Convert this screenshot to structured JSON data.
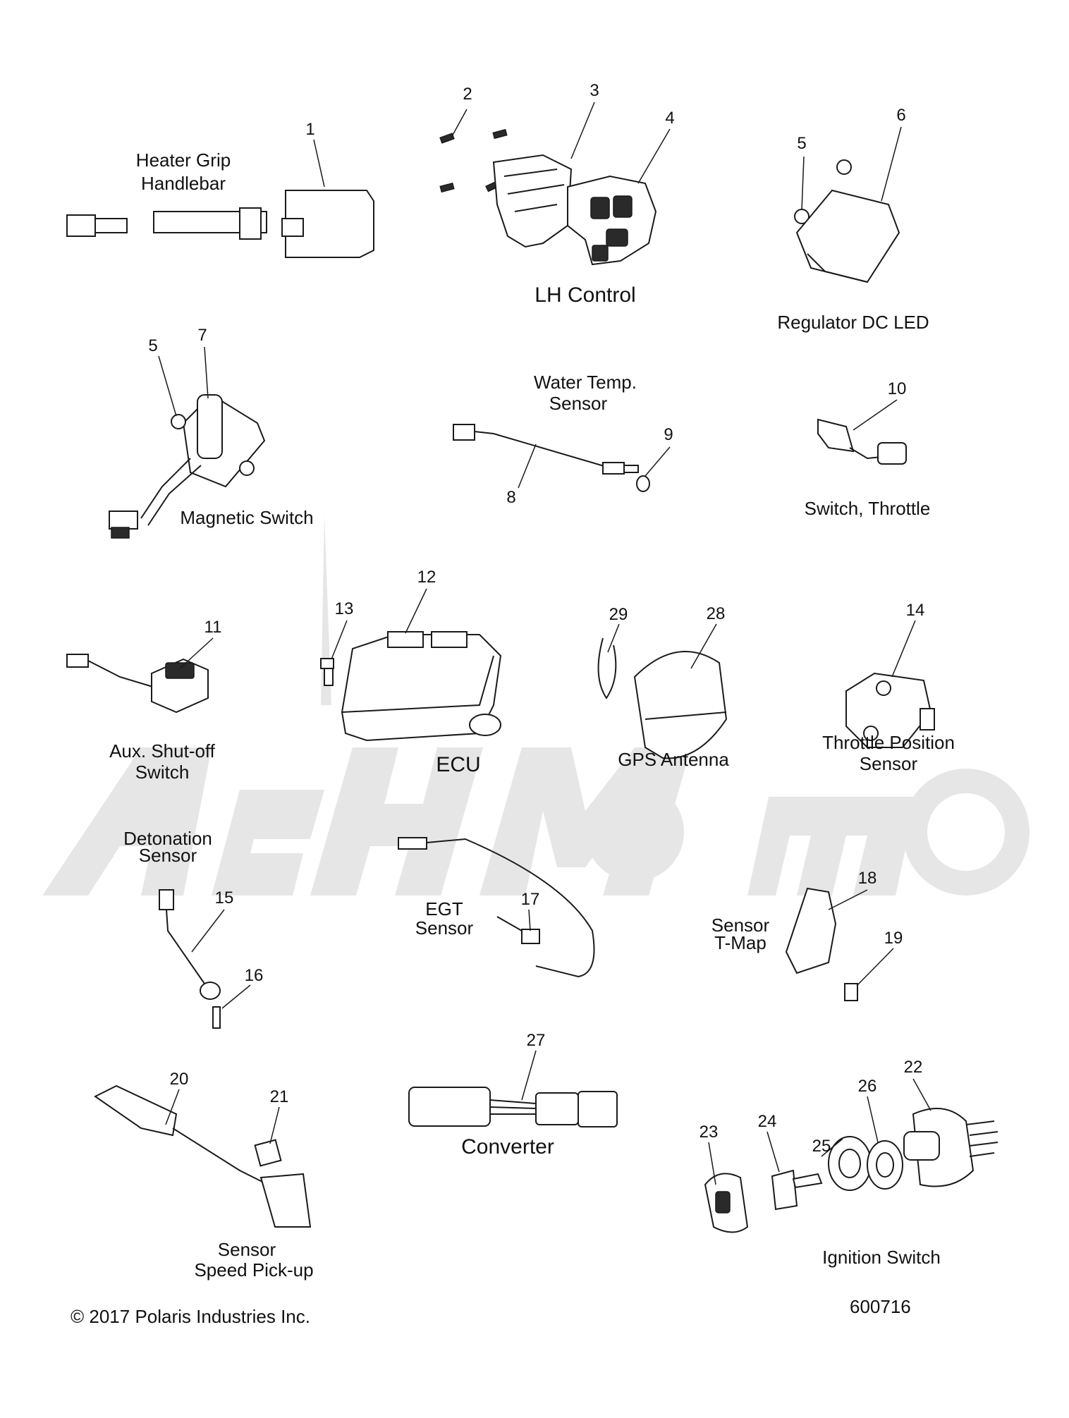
{
  "labels": {
    "heater_grip": [
      "Heater Grip",
      "Handlebar"
    ],
    "lh_control": "LH Control",
    "regulator": "Regulator DC LED",
    "magnetic_switch": "Magnetic Switch",
    "water_temp": [
      "Water Temp.",
      "Sensor"
    ],
    "switch_throttle": "Switch, Throttle",
    "ecu": "ECU",
    "gps_antenna": "GPS Antenna",
    "aux_shutoff": [
      "Aux. Shut-off",
      "Switch"
    ],
    "throttle_position": [
      "Throttle Position",
      "Sensor"
    ],
    "detonation": [
      "Detonation",
      "Sensor"
    ],
    "egt": [
      "EGT",
      "Sensor"
    ],
    "sensor_tmap": [
      "Sensor",
      "T-Map"
    ],
    "converter": "Converter",
    "speed_pickup": [
      "Sensor",
      "Speed Pick-up"
    ],
    "ignition_switch": "Ignition Switch"
  },
  "callouts": [
    "1",
    "2",
    "3",
    "4",
    "5",
    "6",
    "5",
    "7",
    "8",
    "9",
    "10",
    "11",
    "12",
    "13",
    "14",
    "15",
    "16",
    "17",
    "18",
    "19",
    "20",
    "21",
    "22",
    "23",
    "24",
    "25",
    "26",
    "27",
    "28",
    "29"
  ],
  "footer": {
    "copyright": "© 2017 Polaris Industries Inc.",
    "figure_number": "600716"
  },
  "watermark_text": "AHMOTO",
  "icons": [
    "heater-grip-icon",
    "screw-icon",
    "control-housing-icon",
    "switch-pod-icon",
    "nut-icon",
    "regulator-icon",
    "magnetic-switch-icon",
    "temp-sensor-icon",
    "washer-icon",
    "throttle-switch-icon",
    "aux-switch-icon",
    "ecu-icon",
    "bolt-icon",
    "throttle-position-icon",
    "knock-sensor-icon",
    "egt-sensor-icon",
    "tmap-sensor-icon",
    "speed-sensor-icon",
    "ignition-switch-icon",
    "key-icon",
    "converter-icon",
    "gps-antenna-icon",
    "cable-tie-icon"
  ]
}
